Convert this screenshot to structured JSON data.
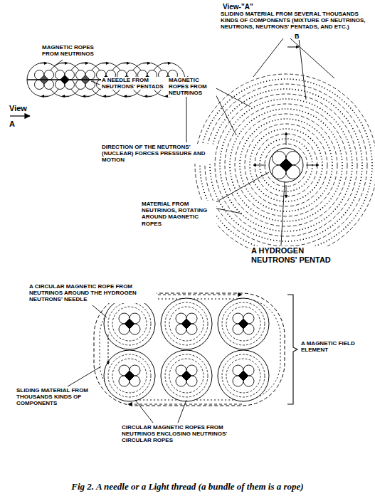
{
  "diagram": {
    "caption": "Fig 2. A needle or a Light thread (a bundle of them is a rope)",
    "labels": [
      "MAGNETIC ROPES FROM NEUTRINOS",
      "A NEEDLE FROM NEUTRONS' PENTADS",
      "View A",
      "View-\"A\"",
      "SLIDING MATERIAL FROM SEVERAL THOUSANDS KINDS OF COMPONENTS (MIXTURE OF NEUTRINOS, NEUTRONS, NEUTRONS' PENTADS, AND ETC.)",
      "B",
      "MAGNETIC ROPES FROM NEUTRINOS",
      "DIRECTION OF THE NEUTRONS' (NUCLEAR) FORCES PRESSURE AND MOTION",
      "MATERIAL FROM NEUTRINOS, ROTATING AROUND MAGNETIC ROPES",
      "A HYDROGEN NEUTRONS' PENTAD",
      "A CIRCULAR MAGNETIC ROPE FROM NEUTRINOS AROUND THE HYDROGEN NEUTRONS' NEEDLE",
      "A MAGNETIC FIELD ELEMENT",
      "SLIDING MATERIAL FROM THOUSANDS KINDS OF COMPONENTS",
      "CIRCULAR MAGNETIC ROPES FROM NEUTRINOS ENCLOSING NEUTRINOS' CIRCULAR ROPES"
    ]
  }
}
